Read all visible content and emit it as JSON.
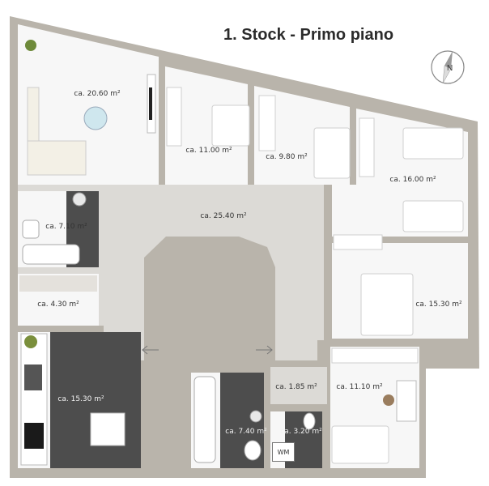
{
  "title": "1. Stock - Primo piano",
  "compass": {
    "label": "N"
  },
  "rooms": [
    {
      "id": "living",
      "area": "ca. 20.60 m²"
    },
    {
      "id": "bedroom-1",
      "area": "ca. 11.00 m²"
    },
    {
      "id": "bedroom-2",
      "area": "ca. 9.80 m²"
    },
    {
      "id": "bedroom-3",
      "area": "ca. 16.00 m²"
    },
    {
      "id": "bath-1",
      "area": "ca. 7.10 m²"
    },
    {
      "id": "hall",
      "area": "ca. 25.40 m²"
    },
    {
      "id": "storage",
      "area": "ca. 4.30 m²"
    },
    {
      "id": "bedroom-4",
      "area": "ca. 15.30 m²"
    },
    {
      "id": "kitchen",
      "area": "ca. 15.30 m²"
    },
    {
      "id": "corridor",
      "area": "ca. 1.85 m²"
    },
    {
      "id": "bedroom-5",
      "area": "ca. 11.10 m²"
    },
    {
      "id": "bath-2",
      "area": "ca. 7.40 m²"
    },
    {
      "id": "laundry",
      "area": "ca. 3.20 m²"
    }
  ],
  "fixtures": {
    "washing_machine": "WM"
  },
  "colors": {
    "wall": "#b9b4ab",
    "floor": "#f7f7f7",
    "hall": "#dcdad6",
    "dark_floor": "#4d4d4d"
  }
}
